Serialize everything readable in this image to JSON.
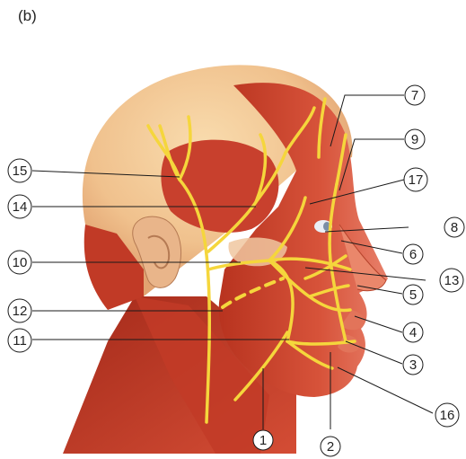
{
  "panel_label": "(b)",
  "colors": {
    "muscle": "#c8402d",
    "muscle_light": "#e07656",
    "skin": "#f4c99a",
    "nerve": "#f3d23b",
    "line": "#1a1a1a"
  },
  "callouts": [
    {
      "id": "1",
      "text": "1"
    },
    {
      "id": "2",
      "text": "2"
    },
    {
      "id": "3",
      "text": "3"
    },
    {
      "id": "4",
      "text": "4"
    },
    {
      "id": "5",
      "text": "5"
    },
    {
      "id": "6",
      "text": "6"
    },
    {
      "id": "7",
      "text": "7"
    },
    {
      "id": "8",
      "text": "8"
    },
    {
      "id": "9",
      "text": "9"
    },
    {
      "id": "10",
      "text": "10"
    },
    {
      "id": "11",
      "text": "11"
    },
    {
      "id": "12",
      "text": "12"
    },
    {
      "id": "13",
      "text": "13"
    },
    {
      "id": "14",
      "text": "14"
    },
    {
      "id": "15",
      "text": "15"
    },
    {
      "id": "16",
      "text": "16"
    },
    {
      "id": "17",
      "text": "17"
    }
  ]
}
